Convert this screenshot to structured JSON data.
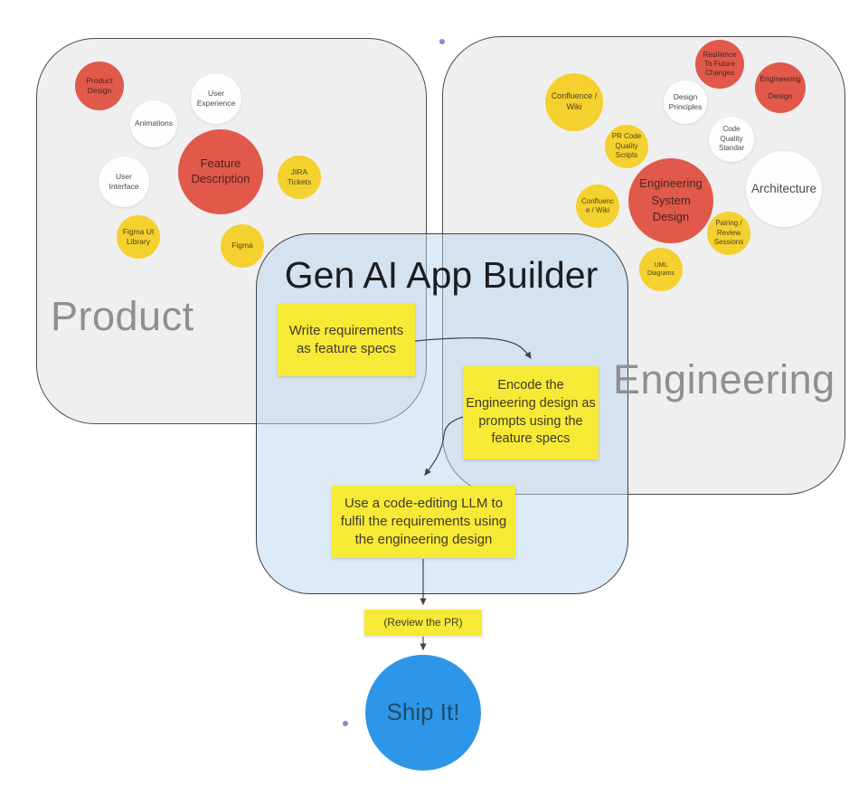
{
  "title": "Gen AI App Builder",
  "groups": {
    "product": "Product",
    "engineering": "Engineering"
  },
  "bubbles": {
    "product_design": "Product\nDesign",
    "user_experience": "User\nExperience",
    "animations": "Animations",
    "feature_description": "Feature\nDescription",
    "user_interface": "User\nInterface",
    "jira_tickets": "JIRA\nTickets",
    "figma_ui_library": "Figma UI\nLibrary",
    "figma": "Figma",
    "confluence_wiki": "Confluence /\nWiki",
    "resilience_future": "Resilience\nTo Future\nChanges",
    "engineering_design": "Engineering\nDesign",
    "design_principles": "Design\nPrinciples",
    "pr_code_quality": "PR Code\nQuality\nScripts",
    "code_quality_standar": "Code\nQuality\nStandar",
    "engineering_system_design": "Engineering\nSystem\nDesign",
    "architecture": "Architecture",
    "confluence_wiki_2": "Confluenc\ne / Wiki",
    "pairing_review": "Pairing /\nReview\nSessions",
    "uml_diagrams": "UML\nDiagrams"
  },
  "flow": {
    "step1": "Write requirements\nas feature specs",
    "step2": "Encode the\nEngineering design as\nprompts using the\nfeature specs",
    "step3": "Use a code-editing LLM to\nfulfil the requirements using\nthe engineering design",
    "step4": "(Review the PR)",
    "ship": "Ship It!"
  },
  "colors": {
    "region_fill": "#efefef",
    "center_fill": "#b7d3f0",
    "red_circle": "#e0594b",
    "yellow_circle": "#f4d12f",
    "yellow_note": "#f7ea36",
    "white_circle": "#fdfdfd",
    "blue_circle": "#2e96e8",
    "label_gray": "#8f8f8f",
    "arrow": "#444444",
    "purple_dot": "#8d85d6"
  }
}
